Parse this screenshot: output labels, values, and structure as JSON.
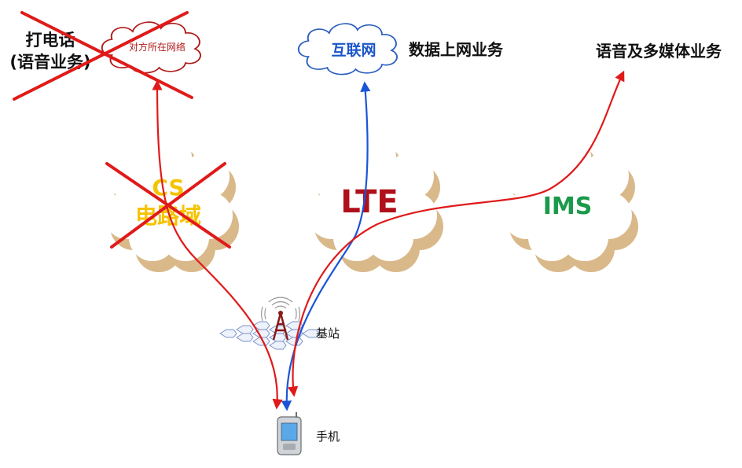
{
  "nodes": {
    "call": {
      "line1": "打电话",
      "line2": "(语音业务)"
    },
    "remote_network": "对方所在网络",
    "internet": "互联网",
    "data_service": "数据上网业务",
    "voice_multimedia": "语音及多媒体业务",
    "cs_domain": {
      "line1": "CS",
      "line2": "电路域"
    },
    "lte": "LTE",
    "ims": "IMS",
    "base_station": "基站",
    "phone": "手机"
  },
  "colors": {
    "cloud_fill": "#ffffff",
    "cloud_shadow": "#d9b98a",
    "cs_text": "#f5c300",
    "lte_text": "#b0101a",
    "ims_text": "#1a9a4a",
    "internet_text": "#1a55c8",
    "internet_cloud_stroke": "#2a5fc0",
    "remote_cloud_stroke": "#b01a1a",
    "remote_text": "#b01a1a",
    "cross_red": "#e01a1a",
    "arrow_red": "#e01a1a",
    "arrow_blue": "#1a55d8",
    "tower": "#8a1a1a",
    "hex_grid": "#7a93c8"
  },
  "icons": {
    "base_station": "radio-tower-icon",
    "phone": "mobile-phone-icon"
  }
}
